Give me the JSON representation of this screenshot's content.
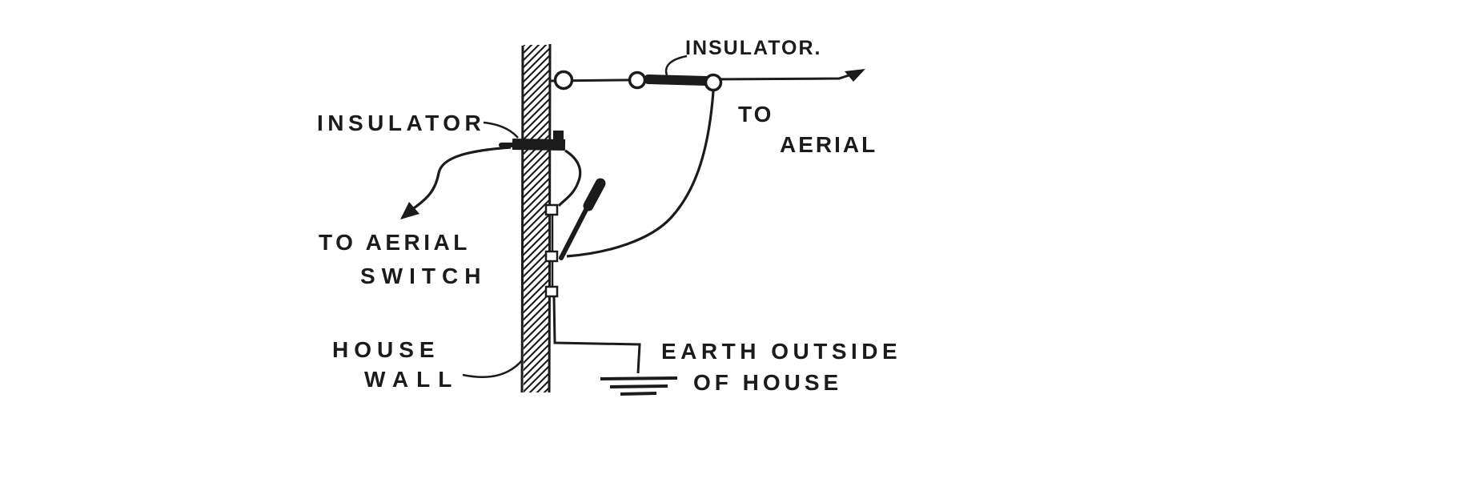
{
  "diagram": {
    "kind": "hand-drawn wiring diagram of aerial lead-in on a house wall",
    "ink_color": "#1b1b1b",
    "paper_color": "#ffffff",
    "labels": {
      "insulator_top": "INSULATOR.",
      "insulator_left": "INSULATOR",
      "to_aerial_line1": "TO",
      "to_aerial_line2": "AERIAL",
      "to_aerial_switch_line1": "TO AERIAL",
      "to_aerial_switch_line2": "SWITCH",
      "house_wall_line1": "HOUSE",
      "house_wall_line2": "WALL",
      "earth_line1": "EARTH OUTSIDE",
      "earth_line2": "OF HOUSE"
    },
    "components": [
      "house wall (hatched)",
      "aerial wire with strain insulator",
      "lead-in tube insulator through wall",
      "lightning/aerial switch with handle",
      "earth ground symbol"
    ]
  }
}
